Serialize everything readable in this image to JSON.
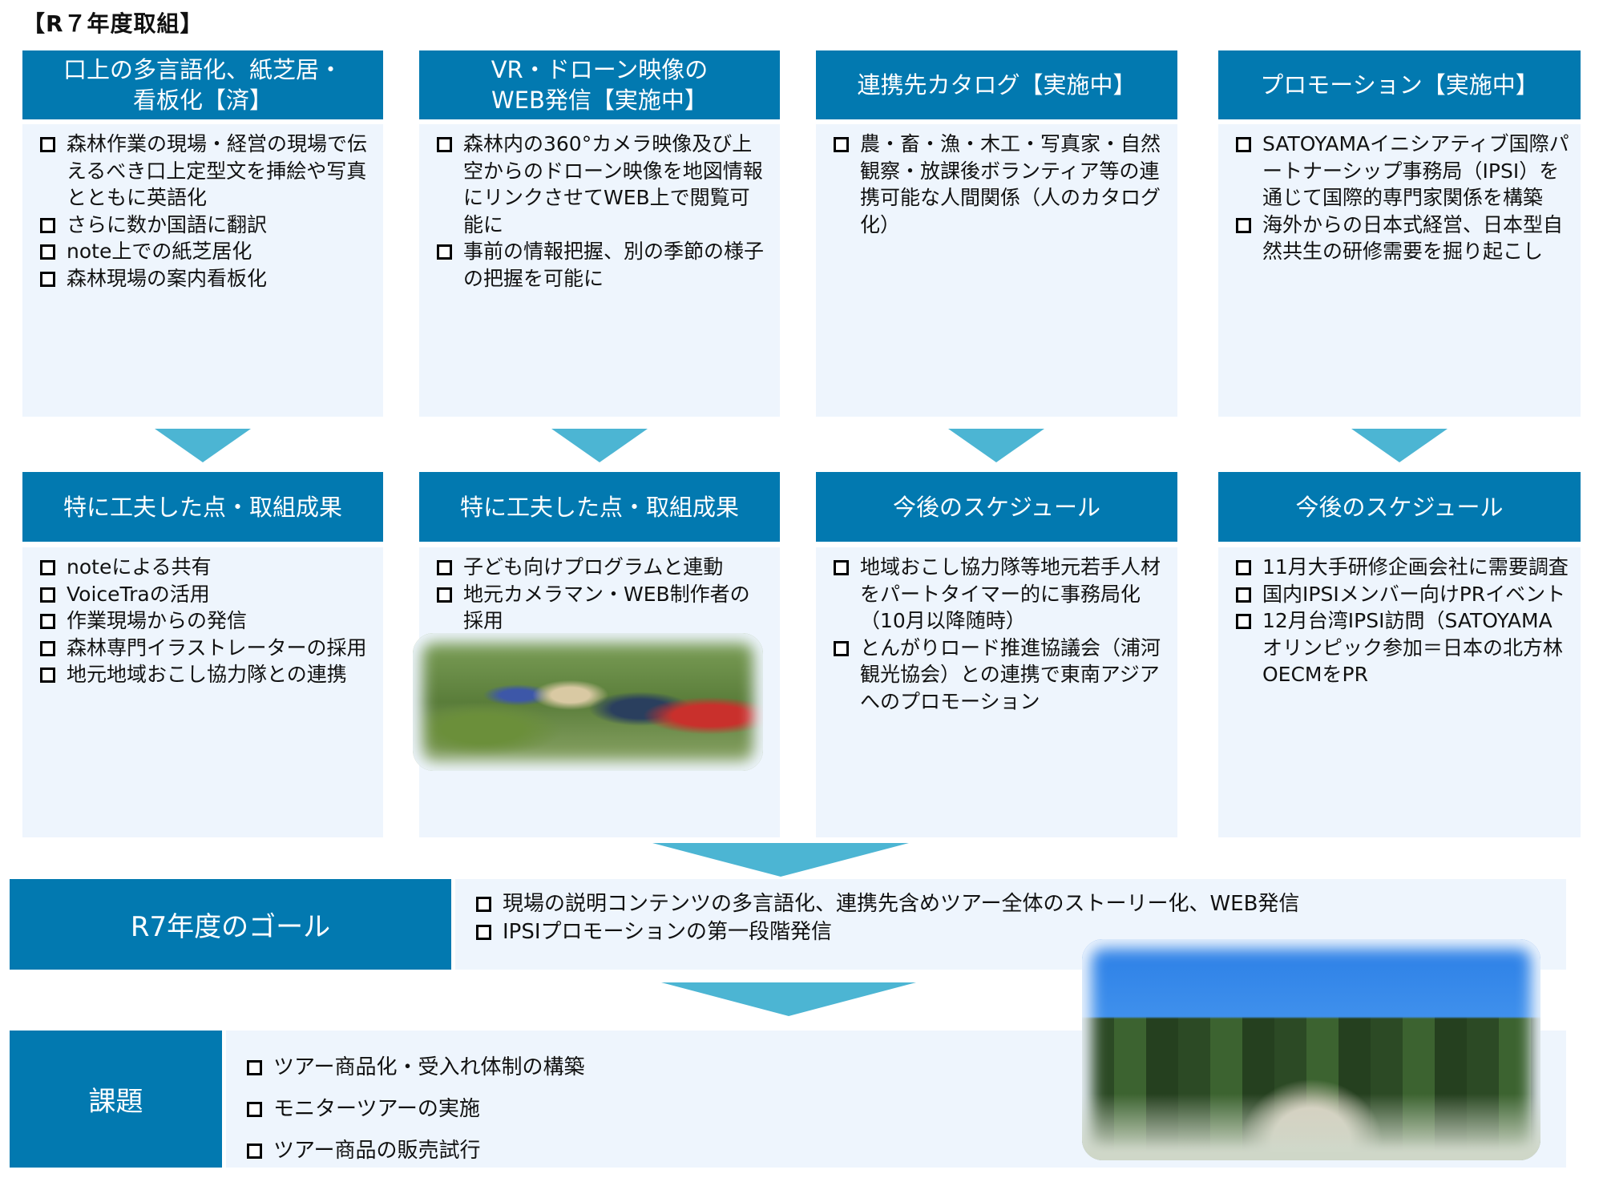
{
  "title": "【R７年度取組】",
  "colors": {
    "header_bg": "#0279b0",
    "body_bg": "#eef5fd",
    "arrow": "#4cb5d3",
    "header_text": "#ffffff"
  },
  "columns": [
    {
      "header": "口上の多言語化、紙芝居・看板化【済】",
      "header_lines": [
        "口上の多言語化、紙芝居・",
        "看板化【済】"
      ],
      "items": [
        "森林作業の現場・経営の現場で伝えるべき口上定型文を挿絵や写真とともに英語化",
        "さらに数か国語に翻訳",
        "note上での紙芝居化",
        "森林現場の案内看板化"
      ],
      "result_header": "特に工夫した点・取組成果",
      "result_items": [
        "noteによる共有",
        "VoiceTraの活用",
        "作業現場からの発信",
        "森林専門イラストレーターの採用",
        "地元地域おこし協力隊との連携"
      ]
    },
    {
      "header": "VR・ドローン映像のWEB発信【実施中】",
      "header_lines": [
        "VR・ドローン映像の",
        "WEB発信【実施中】"
      ],
      "items": [
        "森林内の360°カメラ映像及び上空からのドローン映像を地図情報にリンクさせてWEB上で閲覧可能に",
        "事前の情報把握、別の季節の様子の把握を可能に"
      ],
      "result_header": "特に工夫した点・取組成果",
      "result_items": [
        "子ども向けプログラムと連動",
        "地元カメラマン・WEB制作者の採用"
      ],
      "result_photo": "group-tour-photo"
    },
    {
      "header": "連携先カタログ【実施中】",
      "header_lines": [
        "連携先カタログ【実施中】"
      ],
      "items": [
        "農・畜・漁・木工・写真家・自然観察・放課後ボランティア等の連携可能な人間関係（人のカタログ化）"
      ],
      "result_header": "今後のスケジュール",
      "result_items": [
        "地域おこし協力隊等地元若手人材をパートタイマー的に事務局化（10月以降随時）",
        "とんがりロード推進協議会（浦河観光協会）との連携で東南アジアへのプロモーション"
      ]
    },
    {
      "header": "プロモーション【実施中】",
      "header_lines": [
        "プロモーション【実施中】"
      ],
      "items": [
        "SATOYAMAイニシアティブ国際パートナーシップ事務局（IPSI）を通じて国際的専門家関係を構築",
        "海外からの日本式経営、日本型自然共生の研修需要を掘り起こし"
      ],
      "result_header": "今後のスケジュール",
      "result_items": [
        "11月大手研修企画会社に需要調査",
        "国内IPSIメンバー向けPRイベント",
        "12月台湾IPSI訪問（SATOYAMAオリンピック参加＝日本の北方林OECMをPR"
      ]
    }
  ],
  "goal": {
    "label": "R7年度のゴール",
    "items": [
      "現場の説明コンテンツの多言語化、連携先含めツアー全体のストーリー化、WEB発信",
      "IPSIプロモーションの第一段階発信"
    ]
  },
  "issues": {
    "label": "課題",
    "items": [
      "ツアー商品化・受入れ体制の構築",
      "モニターツアーの実施",
      "ツアー商品の販売試行"
    ]
  },
  "photos": {
    "group": "group-tour-photo",
    "forest": "forest-group-photo"
  }
}
